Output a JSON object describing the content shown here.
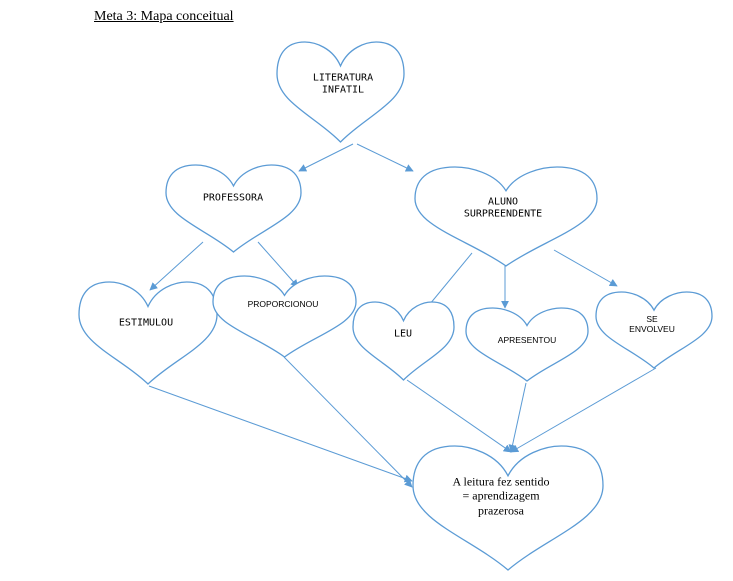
{
  "page": {
    "title": "Meta 3: Mapa conceitual"
  },
  "nodes": {
    "literatura": {
      "lines": [
        "LITERATURA",
        "INFATIL"
      ]
    },
    "professora": {
      "lines": [
        "PROFESSORA"
      ]
    },
    "aluno": {
      "lines": [
        "ALUNO",
        "SURPREENDENTE"
      ]
    },
    "estimulou": {
      "lines": [
        "ESTIMULOU"
      ]
    },
    "proporcionou": {
      "lines": [
        "PROPORCIONOU"
      ]
    },
    "leu": {
      "lines": [
        "LEU"
      ]
    },
    "apresentou": {
      "lines": [
        "APRESENTOU"
      ]
    },
    "envolveu": {
      "lines": [
        "SE",
        "ENVOLVEU"
      ]
    },
    "resultado": {
      "lines": [
        "A leitura fez sentido",
        "= aprendizagem",
        "prazerosa"
      ]
    }
  },
  "colors": {
    "outline": "#5b9bd5",
    "text": "#000000",
    "background": "#ffffff"
  }
}
